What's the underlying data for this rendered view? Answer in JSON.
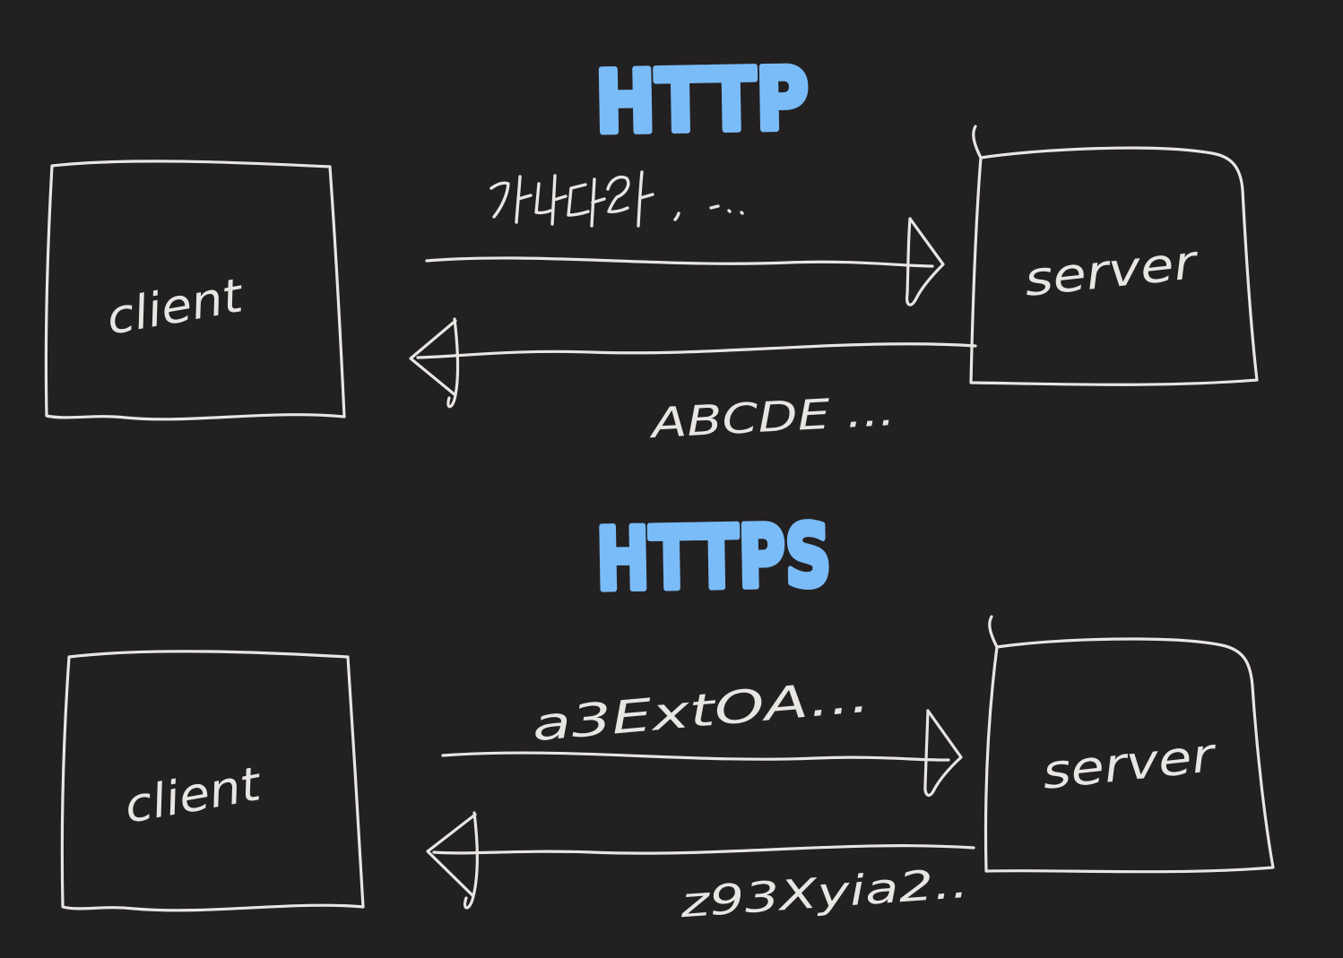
{
  "colors": {
    "background": "#232021",
    "ink": "#e8e6e3",
    "accent": "#7abcf8"
  },
  "http": {
    "title": "HTTP",
    "client_label": "client",
    "server_label": "server",
    "request_message": "가나다라 ....",
    "response_message": "ABCDE ..."
  },
  "https": {
    "title": "HTTPS",
    "client_label": "client",
    "server_label": "server",
    "request_message": "a3ExtOA...",
    "response_message": "z93Xyia2.."
  }
}
